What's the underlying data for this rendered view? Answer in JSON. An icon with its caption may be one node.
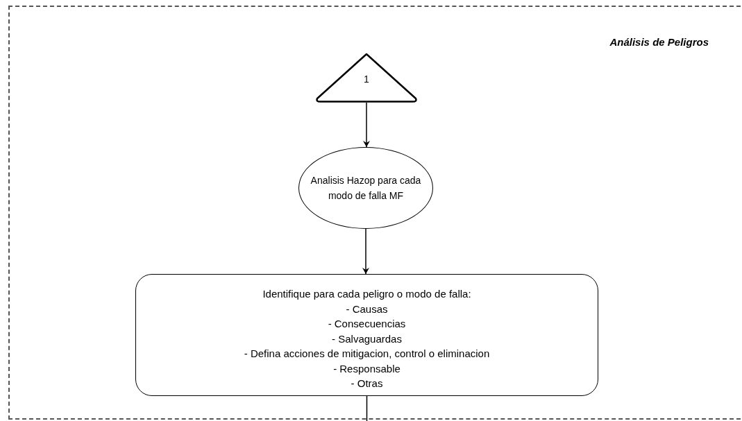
{
  "diagram": {
    "nodes": [
      {
        "text": [
          "Análisis de Peligros"
        ]
      },
      {
        "text": [
          "1"
        ],
        "in": 0
      },
      {
        "text": [
          "Analisis Hazop para cada modo de falla MF"
        ],
        "in": 0
      },
      {
        "text": [
          "Identifique para cada peligro o modo de falla:",
          "- Causas",
          "- Consecuencias",
          "- Salvaguardas",
          "- Defina acciones de mitigacion, control o eliminacion",
          "- Responsable",
          "- Otras"
        ],
        "in": 0
      }
    ],
    "edges": [
      {
        "from": 1,
        "to": 2,
        "arrow": "to"
      },
      {
        "from": 2,
        "to": 3,
        "arrow": "to"
      },
      {
        "from": 3,
        "to": null,
        "arrow": "none"
      }
    ]
  }
}
